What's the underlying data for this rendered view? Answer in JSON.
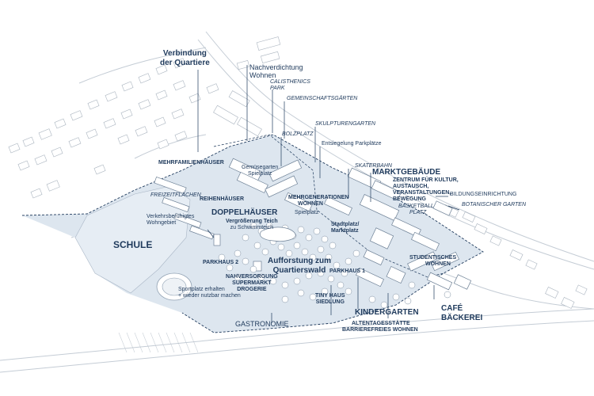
{
  "colors": {
    "accent": "#1f3a5c",
    "area_fill": "#dde6ef",
    "context_lines": "#b9c2cc",
    "building_fill": "#ffffff",
    "background": "#ffffff"
  },
  "labels": {
    "verbindung_line1": "Verbindung",
    "verbindung_line2": "der Quartiere",
    "nachverdichtung_line1": "Nachverdichtung",
    "nachverdichtung_line2": "Wohnen",
    "calisthenics_line1": "CALISTHENICS",
    "calisthenics_line2": "PARK",
    "gemeinschaftsgaerten": "GEMEINSCHAFTSGÄRTEN",
    "skulpturengarten": "SKULPTURENGARTEN",
    "bolzplatz": "BOLZPLATZ",
    "entsiegelung": "Entsiegelung Parkplätze",
    "schule": "SCHULE",
    "mehrfamilienhaeuser": "MEHRFAMILIENHÄUSER",
    "freizeitflaechen": "FREIZEITFLÄCHEN",
    "reihenhaeuser": "REIHENHÄUSER",
    "gemuesegarten_line1": "Gemüsegarten",
    "gemuesegarten_line2": "Spielplatz",
    "skaterbahn": "SKATERBAHN",
    "marktgebaeude": "MARKTGEBÄUDE",
    "zentrum_line1": "ZENTRUM FÜR KULTUR,",
    "zentrum_line2": "AUSTAUSCH,",
    "zentrum_line3": "VERANSTALTUNGEN,",
    "zentrum_line4": "BEWEGUNG",
    "bildungseinrichtung": "BILDUNGSEINRICHTUNG",
    "botanischer_garten": "BOTANISCHER GARTEN",
    "mehrgenerationen_line1": "MEHRGENERATIONEN",
    "mehrgenerationen_line2": "WOHNEN",
    "spielplatz": "Spielplatz",
    "basketball_line1": "BASKETBALL",
    "basketball_line2": "PLATZ",
    "verkehrsberuhigtes_line1": "Verkehrsberuhigtes",
    "verkehrsberuhigtes_line2": "Wohngebiet",
    "doppelhaeuser": "DOPPELHÄUSER",
    "vergroesserung_line1": "Vergrößerung Teich",
    "vergroesserung_line2": "zu Schwimmteich",
    "stadtplatz_line1": "Stadtplatz/",
    "stadtplatz_line2": "Marktplatz",
    "parkhaus2": "PARKHAUS 2",
    "aufforstung_line1": "Aufforstung zum",
    "aufforstung_line2": "Quartierswald",
    "studentisches_line1": "STUDENTISCHES",
    "studentisches_line2": "WOHNEN",
    "parkhaus1": "PARKHAUS 1",
    "nahversorgung_line1": "NAHVERSORGUNG",
    "nahversorgung_line2": "SUPERMARKT",
    "nahversorgung_line3": "DROGERIE",
    "sportplatz_line1": "Sportplatz erhalten",
    "sportplatz_line2": "+ wieder nutzbar machen",
    "tinyhaus_line1": "TINY HAUS",
    "tinyhaus_line2": "SIEDLUNG",
    "kindergarten": "KINDERGARTEN",
    "cafe_line1": "CAFÉ",
    "cafe_line2": "BÄCKEREI",
    "gastronomie": "GASTRONOMIE",
    "altentagesstaette_line1": "ALTENTAGESSTÄTTE",
    "altentagesstaette_line2": "BARRIEREFREIES WOHNEN"
  }
}
